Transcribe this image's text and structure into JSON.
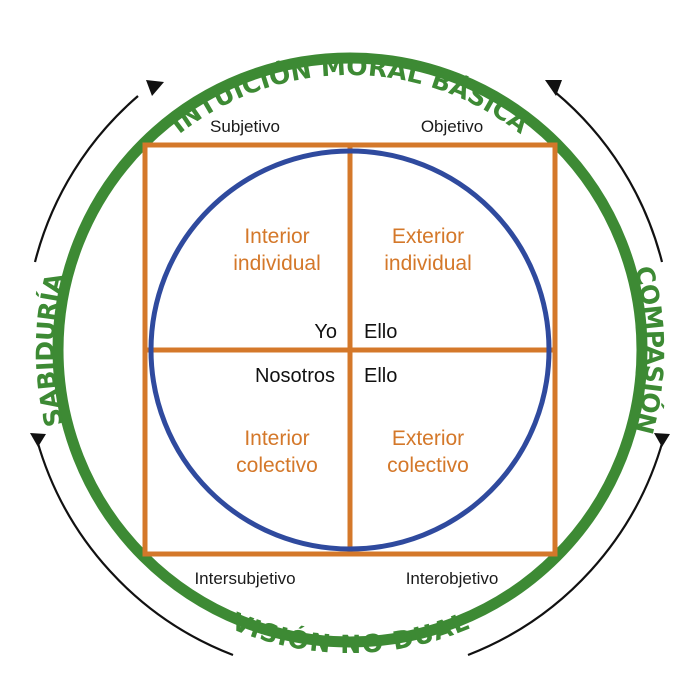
{
  "colors": {
    "outer_ring": "#3d8a34",
    "square": "#d4782a",
    "inner_circle": "#2f4a9e",
    "arrows": "#111111",
    "background": "#ffffff"
  },
  "outer_labels": {
    "top": "INTUICIÓN  MORAL  BÁSICA",
    "right": "COMPASIÓN",
    "bottom": "VISIÓN NO DUAL",
    "left": "SABIDURÍA"
  },
  "edge_labels": {
    "top_left": "Subjetivo",
    "top_right": "Objetivo",
    "bottom_left": "Intersubjetivo",
    "bottom_right": "Interobjetivo"
  },
  "quadrants": {
    "upper_left": {
      "line1": "Interior",
      "line2": "individual",
      "pronoun": "Yo"
    },
    "upper_right": {
      "line1": "Exterior",
      "line2": "individual",
      "pronoun": "Ello"
    },
    "lower_left": {
      "line1": "Interior",
      "line2": "colectivo",
      "pronoun": "Nosotros"
    },
    "lower_right": {
      "line1": "Exterior",
      "line2": "colectivo",
      "pronoun": "Ello"
    }
  },
  "arrows": {
    "direction_icon": "arrowhead-icon"
  }
}
